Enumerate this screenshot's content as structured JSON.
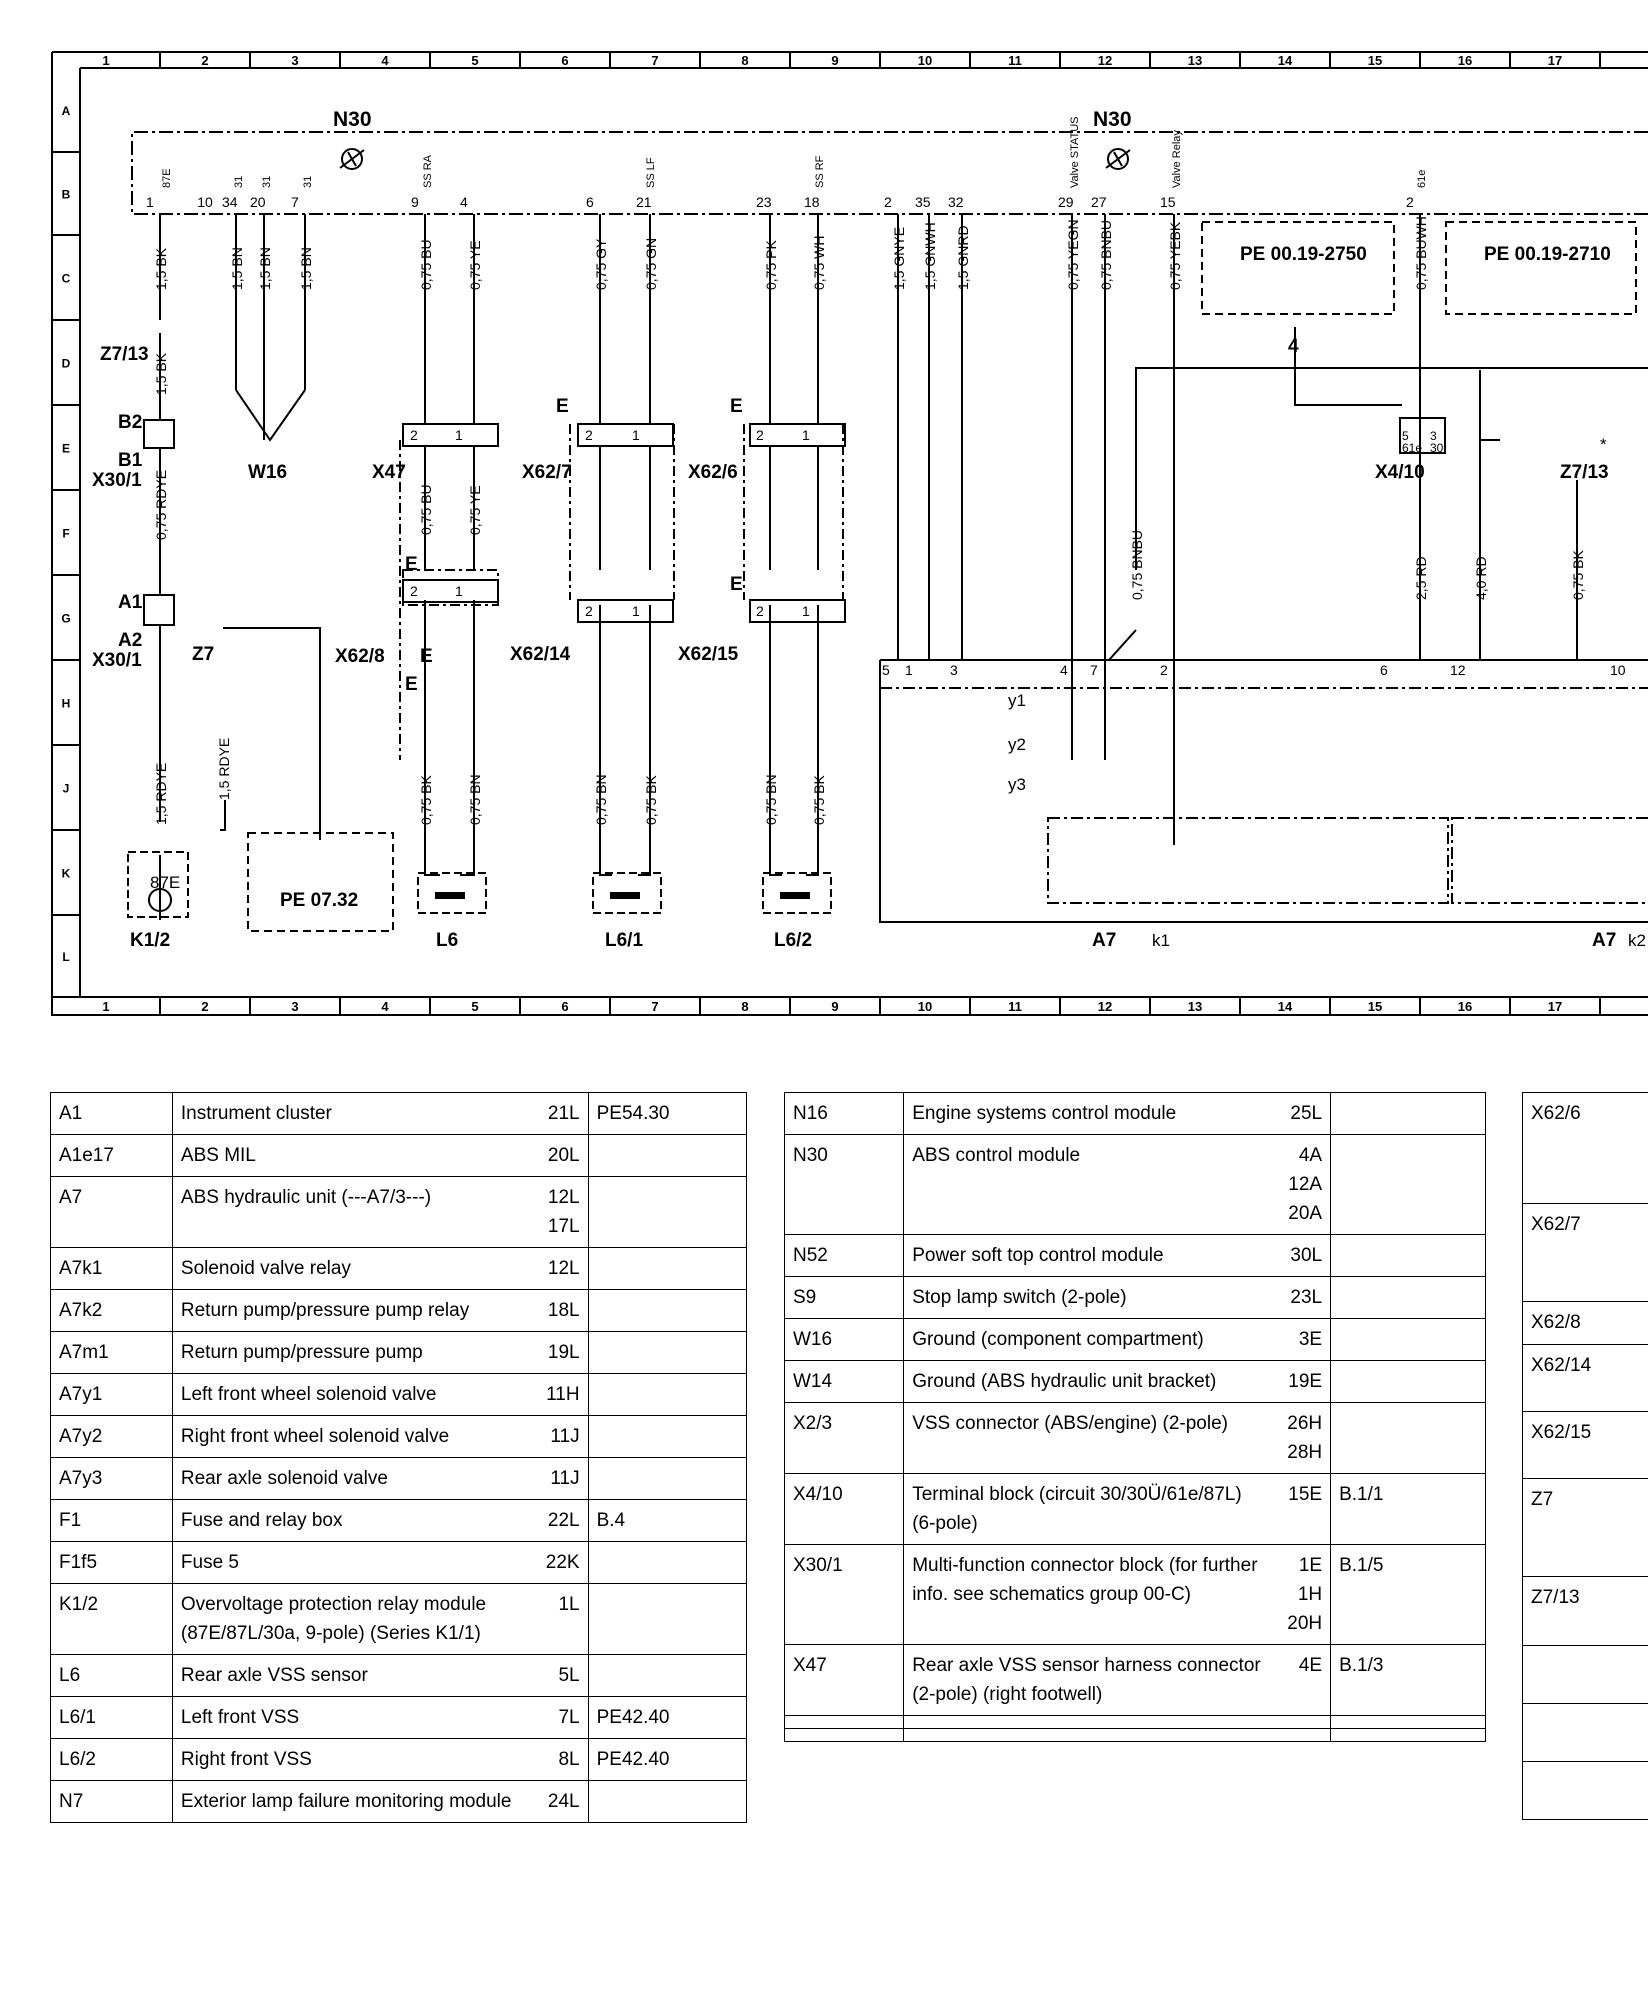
{
  "diagram": {
    "columns": [
      "1",
      "2",
      "3",
      "4",
      "5",
      "6",
      "7",
      "8",
      "9",
      "10",
      "11",
      "12",
      "13",
      "14",
      "15",
      "16",
      "17"
    ],
    "rows": [
      "A",
      "B",
      "C",
      "D",
      "E",
      "F",
      "G",
      "H",
      "J",
      "K",
      "L"
    ],
    "module_labels": [
      "N30",
      "N30"
    ],
    "pins_n30": [
      "1",
      "10",
      "34",
      "20",
      "7",
      "9",
      "4",
      "6",
      "21",
      "23",
      "18",
      "2",
      "35",
      "32",
      "29",
      "27",
      "15",
      "2"
    ],
    "pin_funcs": [
      "87E",
      "31",
      "31",
      "31",
      "SS RA",
      "SS LF",
      "SS RF",
      "Valve STATUS",
      "Valve Relay",
      "61e"
    ],
    "wires": [
      "1,5 BK",
      "1,5 BN",
      "1,5 BN",
      "1,5 BN",
      "0,75 BU",
      "0,75 YE",
      "0,75 GY",
      "0,75 GN",
      "0,75 PK",
      "0,75 WH",
      "1,5 GNYE",
      "1,5 GNWH",
      "1,5 GNRD",
      "0,75 YEGN",
      "0,75 BNBU",
      "0,75 YEBK",
      "0,75 BUWH",
      "1,5 BK",
      "0,75 RDYE",
      "0,75 BU",
      "0,75 YE",
      "0,75 BNBU",
      "2,5 RD",
      "4,0 RD",
      "0,75 BK",
      "1,5 RDYE",
      "1,5 RDYE",
      "0,75 BK",
      "0,75 BN",
      "0,75 BN",
      "0,75 BK",
      "0,75 BN",
      "0,75 BK"
    ],
    "refboxes": [
      "PE 00.19-2750",
      "PE 00.19-2710",
      "PE 07.32"
    ],
    "components": {
      "z7_13": "Z7/13",
      "b2": "B2",
      "b1": "B1",
      "x30_1a": "X30/1",
      "w16": "W16",
      "x47": "X47",
      "x62_7": "X62/7",
      "x62_6": "X62/6",
      "x4_10": "X4/10",
      "z7_13b": "Z7/13",
      "a1": "A1",
      "a2": "A2",
      "x30_1b": "X30/1",
      "z7": "Z7",
      "x62_8": "X62/8",
      "x62_14": "X62/14",
      "x62_15": "X62/15",
      "k1_2": "K1/2",
      "l6": "L6",
      "l6_1": "L6/1",
      "l6_2": "L6/2",
      "a7": "A7",
      "k1": "k1",
      "a7b": "A7",
      "k2": "k2",
      "y1": "y1",
      "y2": "y2",
      "y3": "y3",
      "e": "E",
      "star": "*",
      "four": "4",
      "k_87e": "87E"
    },
    "x4_pins": [
      "5",
      "3",
      "61e",
      "30"
    ],
    "a7_pins": [
      "5",
      "1",
      "3",
      "4",
      "7",
      "2",
      "6",
      "12",
      "10"
    ],
    "small_pins": [
      "2",
      "1"
    ]
  },
  "legend1": [
    {
      "code": "A1",
      "desc": "Instrument cluster",
      "coord": "21L",
      "ref": "PE54.30"
    },
    {
      "code": "A1e17",
      "desc": "ABS MIL",
      "coord": "20L",
      "ref": ""
    },
    {
      "code": "A7",
      "desc": "ABS hydraulic unit (---A7/3---)",
      "coord": "12L\n17L",
      "ref": ""
    },
    {
      "code": "A7k1",
      "desc": "Solenoid valve relay",
      "coord": "12L",
      "ref": ""
    },
    {
      "code": "A7k2",
      "desc": "Return pump/pressure pump relay",
      "coord": "18L",
      "ref": ""
    },
    {
      "code": "A7m1",
      "desc": "Return pump/pressure pump",
      "coord": "19L",
      "ref": ""
    },
    {
      "code": "A7y1",
      "desc": "Left front wheel solenoid valve",
      "coord": "11H",
      "ref": ""
    },
    {
      "code": "A7y2",
      "desc": "Right front wheel solenoid valve",
      "coord": "11J",
      "ref": ""
    },
    {
      "code": "A7y3",
      "desc": "Rear axle solenoid valve",
      "coord": "11J",
      "ref": ""
    },
    {
      "code": "F1",
      "desc": "Fuse and relay box",
      "coord": "22L",
      "ref": "B.4"
    },
    {
      "code": "F1f5",
      "desc": "Fuse 5",
      "coord": "22K",
      "ref": ""
    },
    {
      "code": "K1/2",
      "desc": "Overvoltage protection relay module (87E/87L/30a, 9-pole) (Series K1/1)",
      "coord": "1L",
      "ref": ""
    },
    {
      "code": "L6",
      "desc": "Rear axle VSS sensor",
      "coord": "5L",
      "ref": ""
    },
    {
      "code": "L6/1",
      "desc": "Left front VSS",
      "coord": "7L",
      "ref": "PE42.40"
    },
    {
      "code": "L6/2",
      "desc": "Right front VSS",
      "coord": "8L",
      "ref": "PE42.40"
    },
    {
      "code": "N7",
      "desc": "Exterior lamp failure monitoring module",
      "coord": "24L",
      "ref": ""
    }
  ],
  "legend2": [
    {
      "code": "N16",
      "desc": "Engine systems control module",
      "coord": "25L",
      "ref": ""
    },
    {
      "code": "N30",
      "desc": "ABS control module",
      "coord": "4A\n12A\n20A",
      "ref": ""
    },
    {
      "code": "N52",
      "desc": "Power soft top control module",
      "coord": "30L",
      "ref": ""
    },
    {
      "code": "S9",
      "desc": "Stop lamp switch (2-pole)",
      "coord": "23L",
      "ref": ""
    },
    {
      "code": "W16",
      "desc": "Ground (component compartment)",
      "coord": "3E",
      "ref": ""
    },
    {
      "code": "W14",
      "desc": "Ground (ABS hydraulic unit bracket)",
      "coord": "19E",
      "ref": ""
    },
    {
      "code": "X2/3",
      "desc": "VSS connector (ABS/engine) (2-pole)",
      "coord": "26H\n28H",
      "ref": ""
    },
    {
      "code": "X4/10",
      "desc": "Terminal block (circuit 30/30Ü/61e/87L) (6-pole)",
      "coord": "15E",
      "ref": "B.1/1"
    },
    {
      "code": "X30/1",
      "desc": "Multi-function connector block (for further info. see schematics group 00-C)",
      "coord": "1E\n1H\n20H",
      "ref": "B.1/5"
    },
    {
      "code": "X47",
      "desc": "Rear axle VSS sensor harness connector (2-pole) (right footwell)",
      "coord": "4E",
      "ref": "B.1/3"
    },
    {
      "code": "",
      "desc": "",
      "coord": "",
      "ref": ""
    },
    {
      "code": "",
      "desc": "",
      "coord": "",
      "ref": ""
    }
  ],
  "legend3": [
    "X62/6",
    "X62/7",
    "X62/8",
    "X62/14",
    "X62/15",
    "Z7",
    "Z7/13",
    "",
    "",
    ""
  ]
}
